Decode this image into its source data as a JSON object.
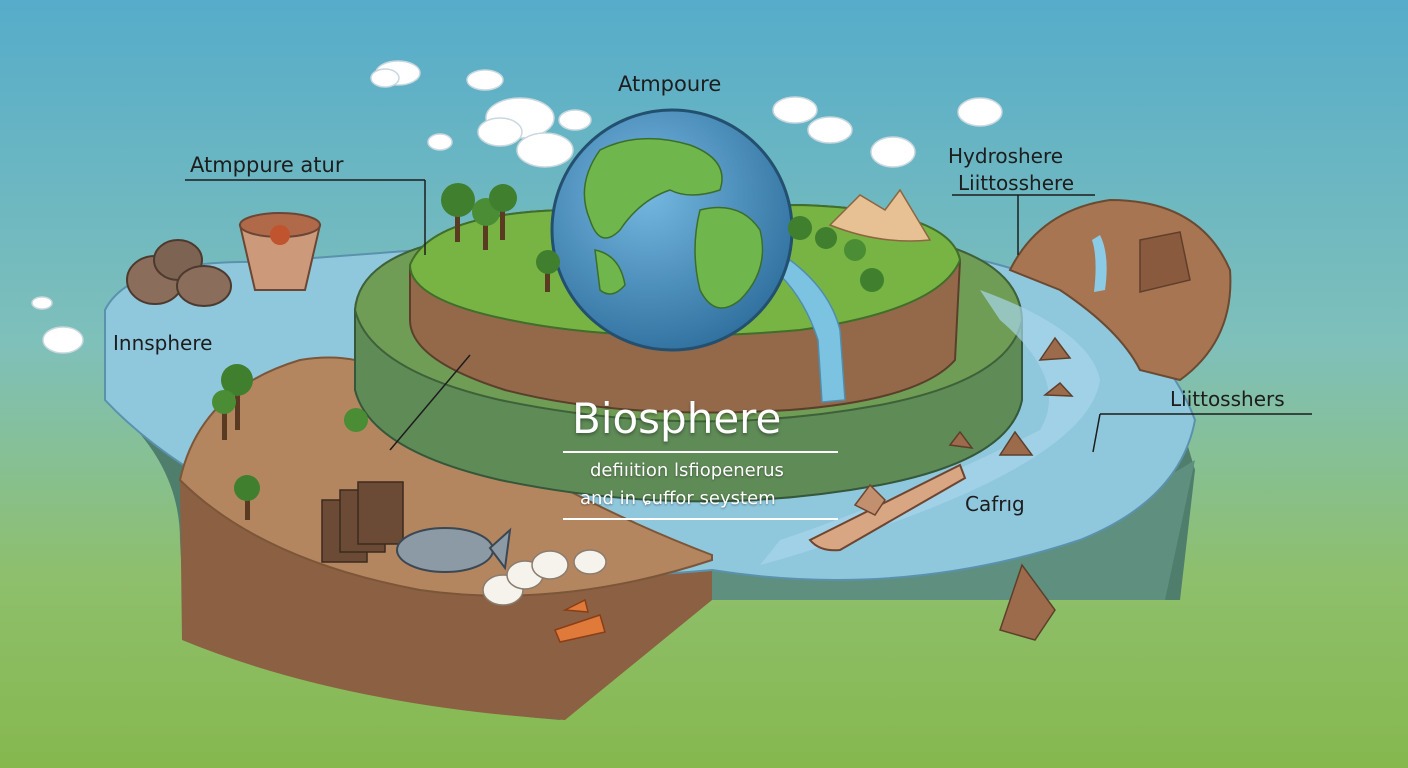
{
  "labels": {
    "top": "Atmpoure",
    "atmosphere": "Atmppure atur",
    "hydrosphere": "Hydroshere",
    "lithosphere_top": "Liittosshere",
    "inner": "Innsphere",
    "lithosphere_right": "Liittosshers",
    "cafe": "Cafrıg"
  },
  "center": {
    "title": "Biosphere",
    "subtitle_line1": "defiıition lsfiopenerus",
    "subtitle_line2": "and in ɕuffor seystem"
  },
  "colors": {
    "sky_top": "#57aec9",
    "sky_bottom": "#8bbd55",
    "water": "#8cc6dc",
    "soil": "#a67a55",
    "grass": "#6fae3e",
    "globe_ocean": "#4f97c7",
    "globe_land": "#69b44a"
  }
}
